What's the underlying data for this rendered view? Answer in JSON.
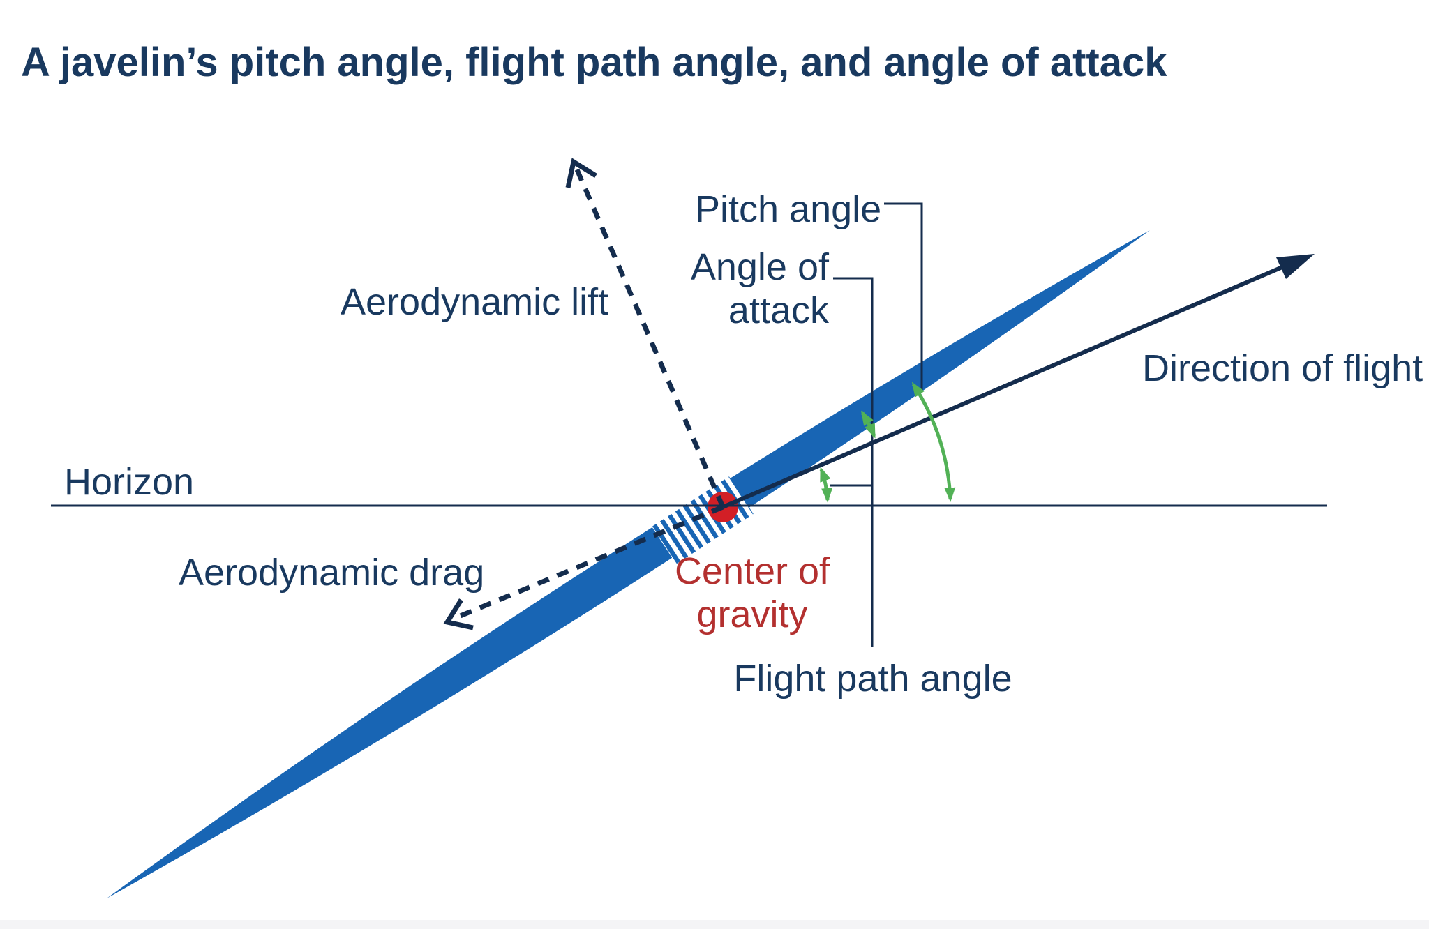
{
  "title": "A javelin’s pitch angle, flight path angle, and angle of attack",
  "labels": {
    "horizon": "Horizon",
    "aerodynamic_lift": "Aerodynamic lift",
    "aerodynamic_drag": "Aerodynamic drag",
    "pitch_angle": "Pitch angle",
    "angle_of_attack_line1": "Angle of",
    "angle_of_attack_line2": "attack",
    "direction_of_flight": "Direction of flight",
    "center_of_gravity_line1": "Center of",
    "center_of_gravity_line2": "gravity",
    "flight_path_angle": "Flight path angle"
  },
  "colors": {
    "navy_text": "#19395f",
    "navy_line": "#142c4d",
    "javelin_blue": "#1865b4",
    "red_dot": "#d21f26",
    "red_text": "#b3302f",
    "green": "#52b156"
  }
}
